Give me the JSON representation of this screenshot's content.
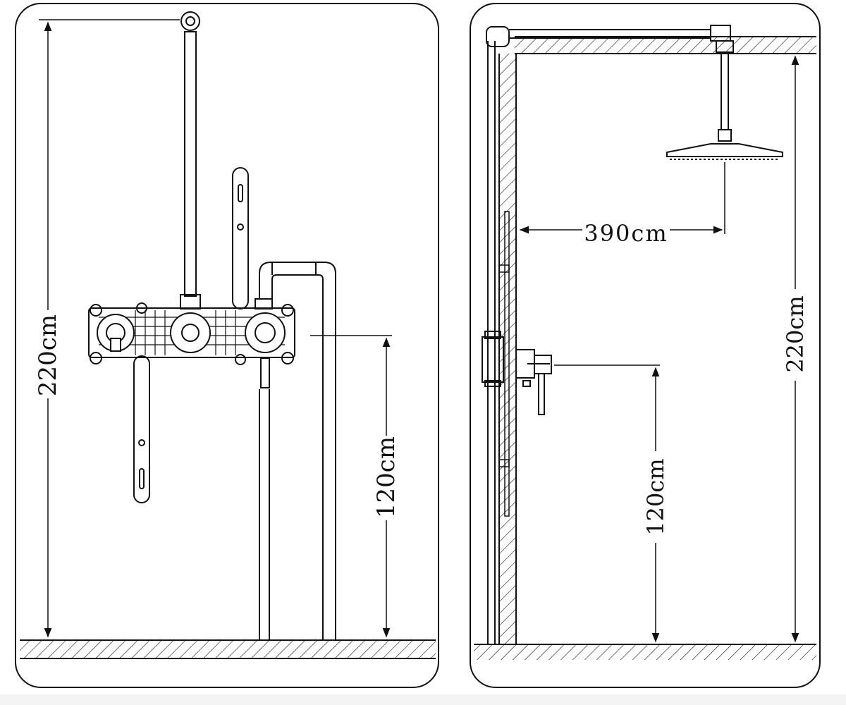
{
  "left_panel": {
    "total_height_label": "220cm",
    "valve_height_label": "120cm"
  },
  "right_panel": {
    "wall_distance_label": "390cm",
    "valve_height_label": "120cm",
    "total_height_label": "220cm"
  },
  "colors": {
    "line": "#111111",
    "background": "#ffffff"
  }
}
